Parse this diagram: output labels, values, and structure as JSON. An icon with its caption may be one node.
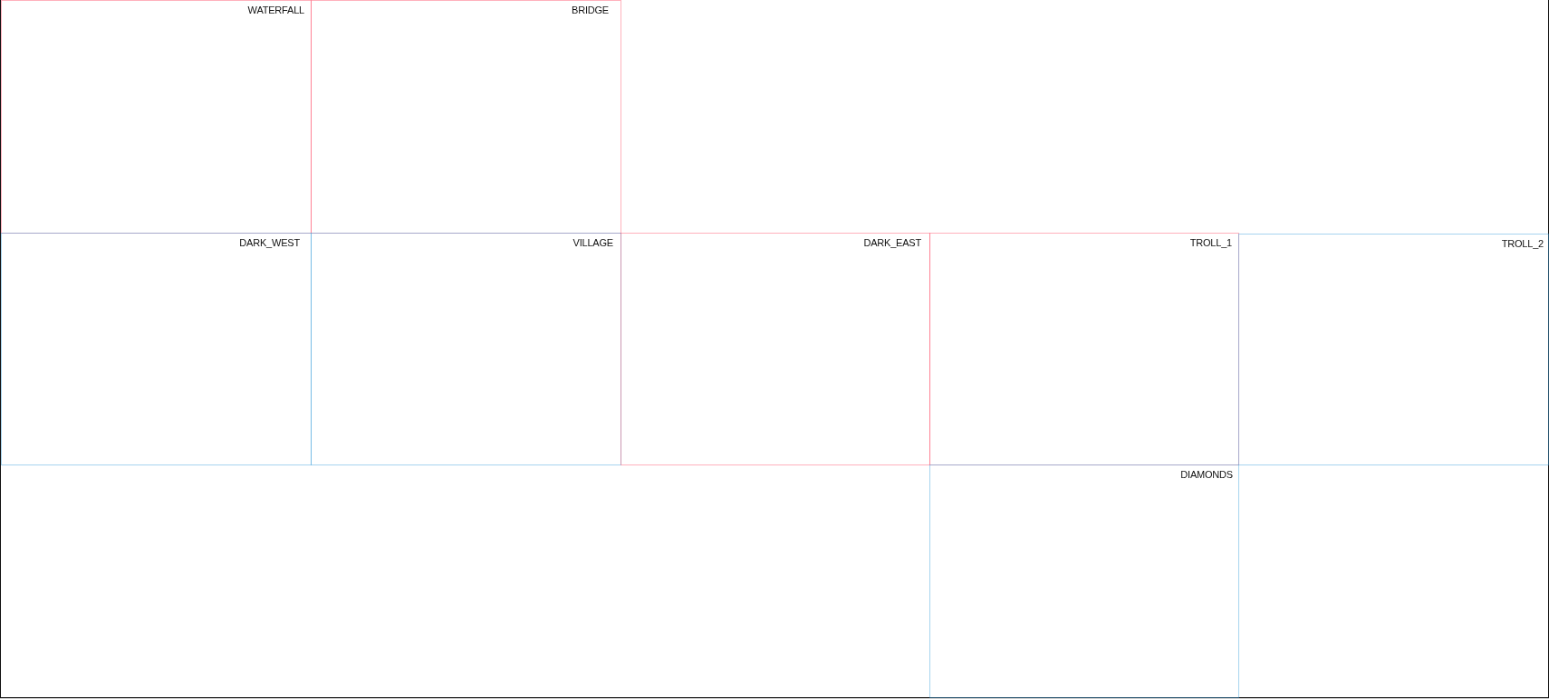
{
  "diagram": {
    "nodes": [
      {
        "text": [
          "WATERFALL"
        ]
      },
      {
        "text": [
          "BRIDGE"
        ]
      },
      {
        "text": [
          "DARK_WEST"
        ]
      },
      {
        "text": [
          "VILLAGE"
        ]
      },
      {
        "text": [
          "DARK_EAST"
        ]
      },
      {
        "text": [
          "TROLL_1"
        ]
      },
      {
        "text": [
          "TROLL_2"
        ]
      },
      {
        "text": [
          "DIAMONDS"
        ]
      }
    ]
  }
}
